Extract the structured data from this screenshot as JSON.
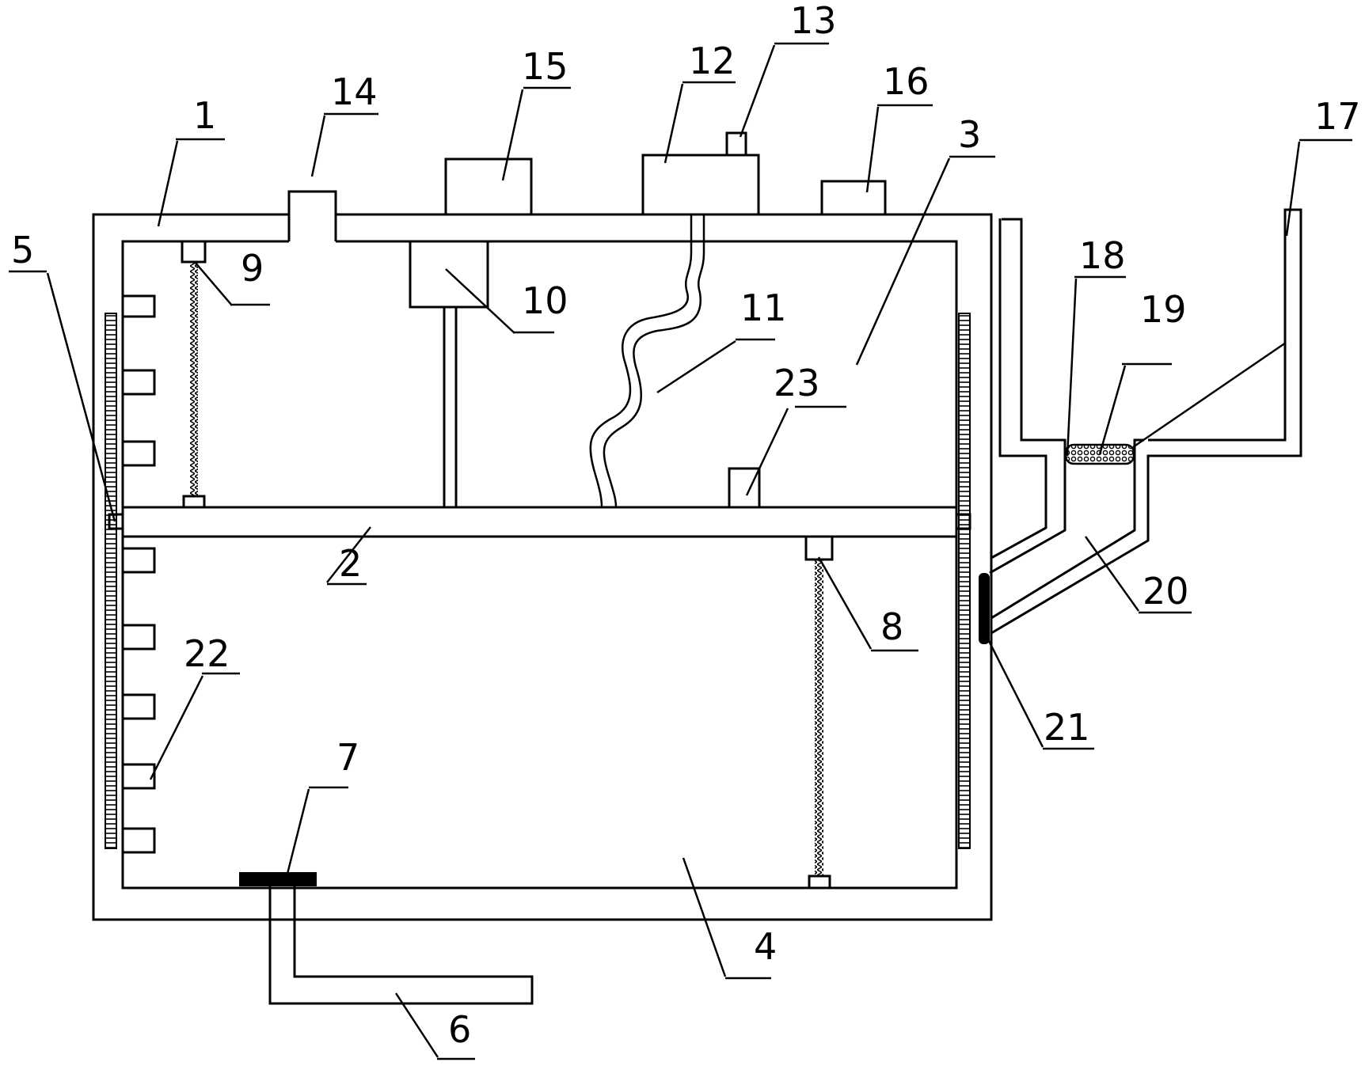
{
  "labels": {
    "l1": "1",
    "l2": "2",
    "l3": "3",
    "l4": "4",
    "l5": "5",
    "l6": "6",
    "l7": "7",
    "l8": "8",
    "l9": "9",
    "l10": "10",
    "l11": "11",
    "l12": "12",
    "l13": "13",
    "l14": "14",
    "l15": "15",
    "l16": "16",
    "l17": "17",
    "l18": "18",
    "l19": "19",
    "l20": "20",
    "l21": "21",
    "l22": "22",
    "l23": "23"
  },
  "colors": {
    "line": "#000000",
    "background": "#ffffff"
  }
}
